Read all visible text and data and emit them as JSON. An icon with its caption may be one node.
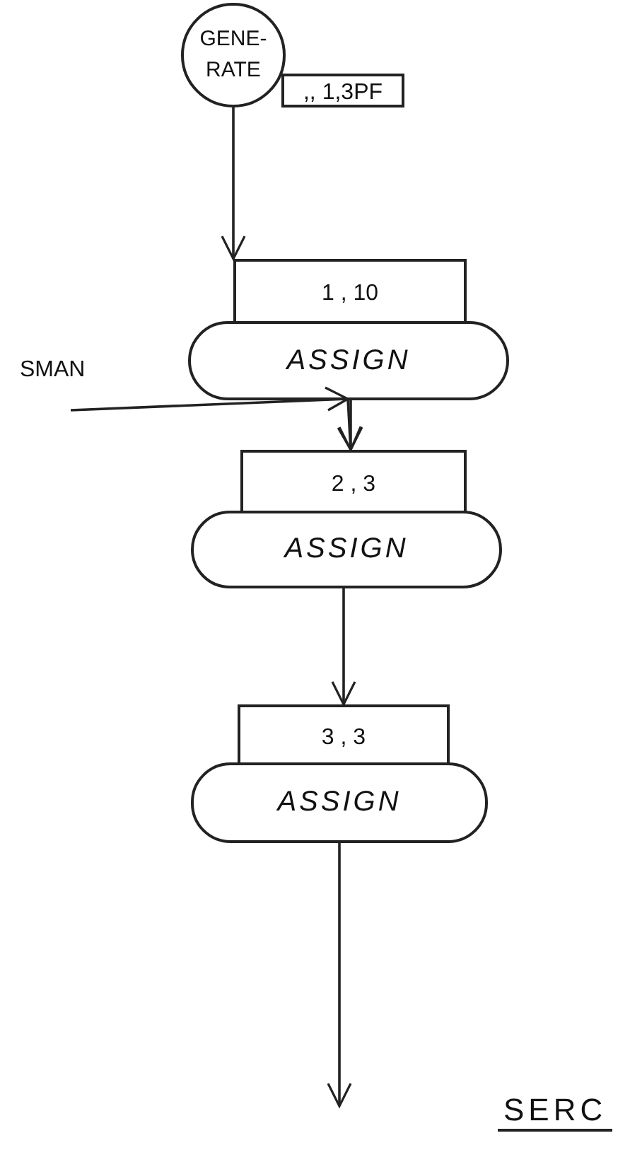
{
  "diagram": {
    "nodes": [
      {
        "text": [
          "GENE- RATE"
        ]
      },
      {
        "text": [
          ",, 1,3PF"
        ]
      },
      {
        "text": [
          "1 , 10"
        ]
      },
      {
        "text": [
          "ASSIGN"
        ]
      },
      {
        "text": [
          "SMAN"
        ]
      },
      {
        "text": [
          "2 , 3"
        ]
      },
      {
        "text": [
          "ASSIGN"
        ]
      },
      {
        "text": [
          "3 , 3"
        ]
      },
      {
        "text": [
          "ASSIGN"
        ]
      }
    ],
    "edges": [
      {
        "from": 0,
        "to": 2,
        "arrow": "to"
      },
      {
        "from": 3,
        "to": 5,
        "arrow": "to"
      },
      {
        "from": 4,
        "to": 5,
        "arrow": "to"
      },
      {
        "from": 6,
        "to": 7,
        "arrow": "to"
      },
      {
        "from": 8,
        "to": null,
        "arrow": "to"
      }
    ],
    "labels": [
      "SERC"
    ]
  }
}
